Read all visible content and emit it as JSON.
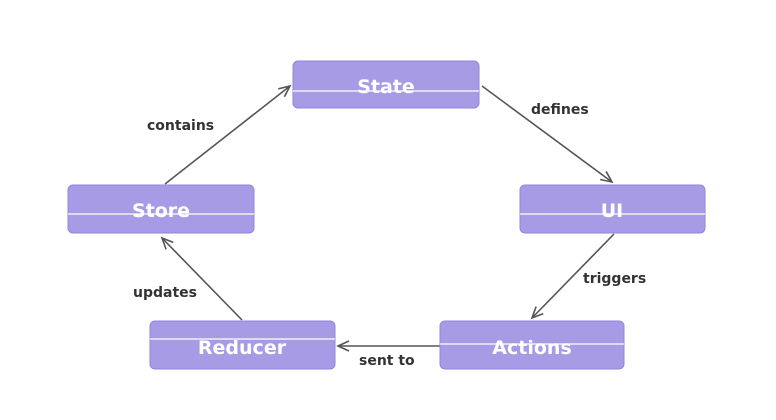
{
  "nodes": {
    "state": "State",
    "ui": "UI",
    "actions": "Actions",
    "reducer": "Reducer",
    "store": "Store"
  },
  "edges": {
    "defines": "defines",
    "triggers": "triggers",
    "sent_to": "sent to",
    "updates": "updates",
    "contains": "contains"
  },
  "colors": {
    "node_fill": "#a89be6",
    "node_border": "#9484dc",
    "node_text": "#ffffff",
    "edge_line": "#555555",
    "edge_label": "#333333"
  }
}
